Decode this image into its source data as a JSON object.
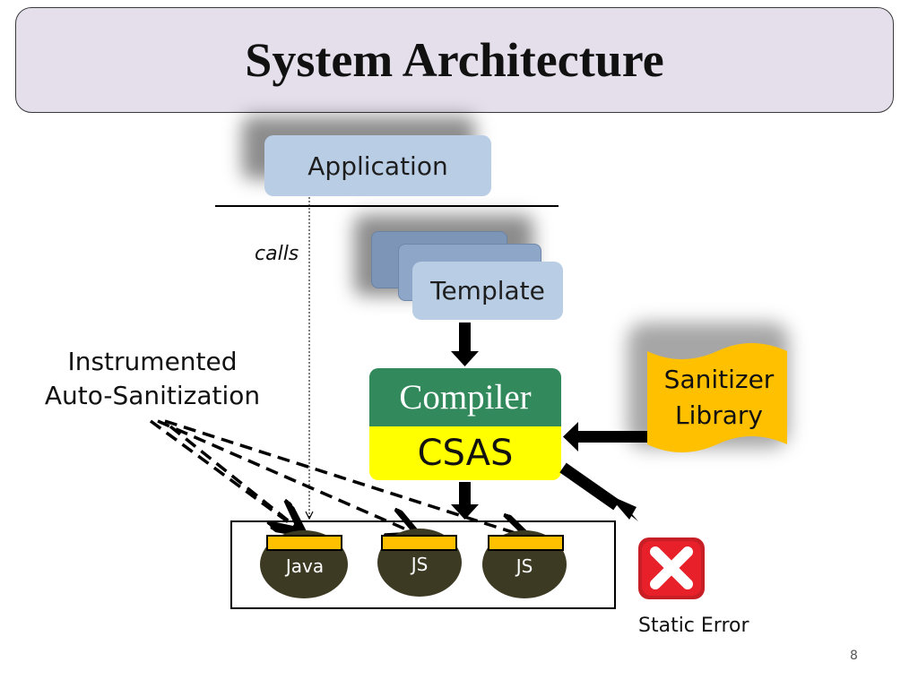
{
  "slide": {
    "title": "System Architecture",
    "page_number": "8"
  },
  "diagram": {
    "application_label": "Application",
    "calls_label": "calls",
    "template_label": "Template",
    "compiler_label": "Compiler",
    "csas_label": "CSAS",
    "sanitizer_library": {
      "line1": "Sanitizer",
      "line2": "Library"
    },
    "instrumented_label": {
      "line1": "Instrumented",
      "line2": "Auto-Sanitization"
    },
    "outputs": [
      {
        "label": "Java"
      },
      {
        "label": "JS"
      },
      {
        "label": "JS"
      }
    ],
    "static_error_label": "Static Error"
  },
  "colors": {
    "title_bg": "#e5dfec",
    "box_blue": "#b9cde5",
    "compiler_green": "#31895c",
    "csas_yellow": "#ffff00",
    "sanitizer_orange": "#ffc000",
    "blob_olive": "#3d3a24",
    "marker_orange": "#ffc000",
    "error_red": "#e8202a"
  },
  "icons": {
    "error": "x-mark-icon"
  }
}
